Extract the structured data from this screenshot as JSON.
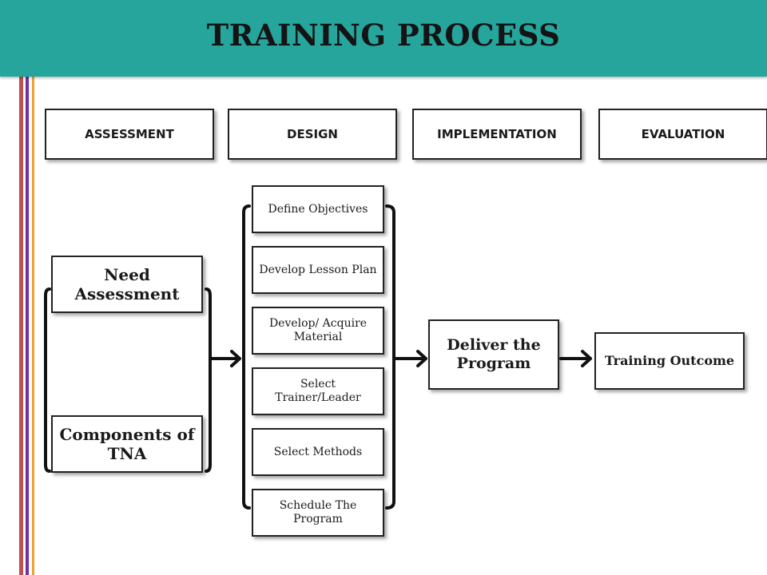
{
  "title": "TRAINING PROCESS",
  "colors": {
    "header_band": "#26a59c",
    "stripes": [
      "#c0504d",
      "#7030a0",
      "#f0a030"
    ],
    "box_border": "#222222",
    "connector": "#111111"
  },
  "stages": [
    "ASSESSMENT",
    "DESIGN",
    "IMPLEMENTATION",
    "EVALUATION"
  ],
  "assessment": {
    "items": [
      "Need Assessment",
      "Components of TNA"
    ]
  },
  "design": {
    "steps": [
      "Define Objectives",
      "Develop Lesson Plan",
      "Develop/ Acquire Material",
      "Select Trainer/Leader",
      "Select Methods",
      "Schedule The Program"
    ]
  },
  "implementation": {
    "label": "Deliver the Program"
  },
  "evaluation": {
    "label": "Training Outcome"
  }
}
